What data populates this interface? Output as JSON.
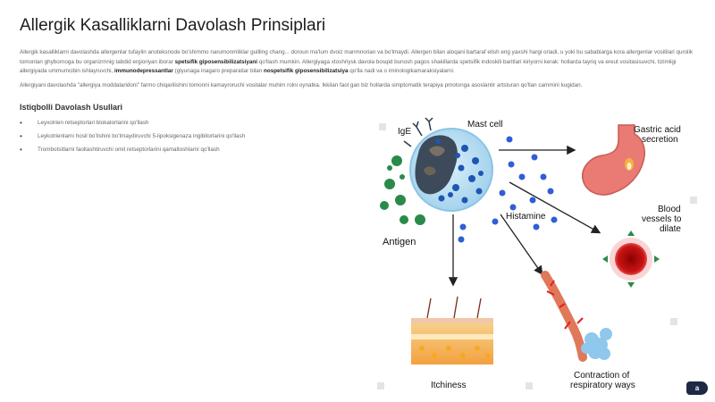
{
  "page": {
    "title": "Allergik Kasalliklarni Davolash Prinsiplari",
    "intro": {
      "text_before_first_bold": "Allergik kasalliklarni davolashda allergenlar tufaylin anoteksnode bo'shimmo narumonmliklar guilling chang... doroun ma'lum dvoiz manmnorian va bo'lmaydi. Allergen bilan aloqani bartaraf etish eng yaxshi hargi oriadi, u yoki bu sababiarga kora allergenlar vositilari qurolik tomonlan ghybornoga bu organizmnig tabdid ergioriyan iborar",
      "bold1": "spetsifik giposensibilizatsiyani",
      "text_after_bold1": "qo'llash mumkin. Allergiyaga xtoshriysk davola bosqid bunosh pagos shakillarda spetsifik indoskili baritlari kiriyorni kerak: hollarda tayriq va ereut vositasisuvchi, tizimligi allergiyada ummumcibin ishlayruvchi,",
      "bold2": "immunodepressantlar",
      "text_after_bold2": "(glyunaga inagaro preparatiar bilan",
      "bold3": "nospetsifik giposensibilizatsiya",
      "text_after_bold3": "qo'lla nadi va o iminologikamaraksiyalarni."
    },
    "intro2": "Allergiyani davolashda \"allergiya moddalaridoni\" farmo chiqarilishini tomonni kamayroruchi vositalar muhim rolni oynatka. Ikkilan faol gan biz hollarda simptomatik terapiya pmotonga asoslantir artsturan qo'llan cammini kugidan.",
    "section_title": "Istiqbolli Davolash Usullari",
    "methods": [
      "Leyxotrien retseptorlari blokatorlarini qo'llash",
      "Leykotrienlarni hosil boʻlishini boʻlmaydiruvchi 5-lipoksigenaza ingibitorlarini qo'llash",
      "Trombotsitlarni faollashtiruvchi omil retseptorlarini qamaltoshlarni qo'llash"
    ],
    "badge": "a"
  },
  "diagram": {
    "labels": {
      "ige": "IgE",
      "mast_cell": "Mast cell",
      "antigen": "Antigen",
      "histamine": "Histamine",
      "gastric_line1": "Gastric acid",
      "gastric_line2": "secretion",
      "blood_line1": "Blood",
      "blood_line2": "vessels to",
      "blood_line3": "dilate",
      "itchiness": "Itchiness",
      "resp_line1": "Contraction of",
      "resp_line2": "respiratory ways"
    },
    "colors": {
      "mast_cell_fill": "#b4dcf2",
      "nucleus": "#3d4a5a",
      "granule": "#1f55b5",
      "antigen": "#2a8a4a",
      "stomach": "#e97b74",
      "vessel_red": "#c81414",
      "airway": "#e0785a",
      "alveoli": "#8fc8ec",
      "skin_top": "#f6d089",
      "skin_base": "#f3a13f",
      "arrow": "#222222"
    }
  }
}
